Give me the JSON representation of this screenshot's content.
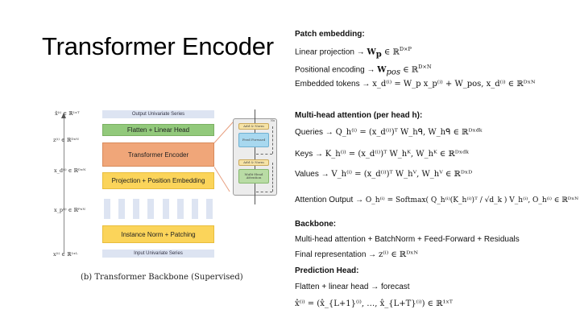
{
  "slide": {
    "title": "Transformer Encoder"
  },
  "figure": {
    "caption": "(b) Transformer Backbone (Supervised)",
    "dim_labels": [
      "x̂⁽ⁱ⁾ ∈ ℝ¹ˣᵀ",
      "z⁽ⁱ⁾ ∈ ℝᴰˣᴺ",
      "x_d⁽ⁱ⁾ ∈ ℝᴰˣᴺ",
      "x_p⁽ⁱ⁾ ∈ ℝᴾˣᴺ",
      "x⁽ⁱ⁾ ∈ ℝ¹ˣᴸ"
    ],
    "blocks": {
      "output_series": "Output Univariate Series",
      "flatten_head": "Flatten + Linear Head",
      "encoder": "Transformer Encoder",
      "projection": "Projection + Position Embedding",
      "instance_norm": "Instance Norm + Patching",
      "input_series": "Input Univariate Series"
    },
    "patch_count": 8,
    "inset": {
      "repeat_label": "Nx",
      "add_norm_top": "Add & Norm",
      "feed_forward": "Feed Forward",
      "add_norm_bottom": "Add & Norm",
      "multi_head": "Multi-Head Attention"
    },
    "colors": {
      "series": "#dde4f2",
      "green": "#92c97b",
      "orange": "#f0a679",
      "yellow": "#fbd45a",
      "ff_blue": "#a8d8ef",
      "mha_green": "#b9dca5",
      "addnorm": "#f6e3a6"
    }
  },
  "notes": {
    "patch_embedding": {
      "heading": "Patch embedding:",
      "linear_label": "Linear projection",
      "linear_math_W": "W",
      "linear_math_sub": "p",
      "linear_math_rest": " ∈ ℝ",
      "linear_math_sup": "D×P",
      "pos_label": "Positional encoding",
      "pos_math_W": "W",
      "pos_math_sub": "pos",
      "pos_math_rest": " ∈ ℝ",
      "pos_math_sup": "D×N",
      "emb_label": "Embedded tokens",
      "emb_math": "x_d⁽ⁱ⁾ = W_p x_p⁽ⁱ⁾ + W_pos,  x_d⁽ⁱ⁾ ∈ ℝᴰˣᴺ"
    },
    "attention": {
      "heading": "Multi-head attention (per head h):",
      "queries_label": "Queries",
      "queries_math": "Q_h⁽ⁱ⁾ = (x_d⁽ⁱ⁾)ᵀ W_hᑫ,  W_hᑫ ∈ ℝᴰˣᵈᵏ",
      "keys_label": "Keys",
      "keys_math": "K_h⁽ⁱ⁾ = (x_d⁽ⁱ⁾)ᵀ W_hᴷ,  W_hᴷ ∈ ℝᴰˣᵈᵏ",
      "values_label": "Values",
      "values_math": "V_h⁽ⁱ⁾ = (x_d⁽ⁱ⁾)ᵀ W_hⱽ,  W_hⱽ ∈ ℝᴰˣᴰ",
      "output_label": "Attention Output",
      "output_math": "O_h⁽ⁱ⁾ = Softmax( Q_h⁽ⁱ⁾(K_h⁽ⁱ⁾)ᵀ / √d_k ) V_h⁽ⁱ⁾,  O_h⁽ⁱ⁾ ∈ ℝᴰˣᴺ"
    },
    "backbone": {
      "heading": "Backbone:",
      "line1": "Multi-head attention + BatchNorm + Feed-Forward + Residuals",
      "final_label": "Final representation",
      "final_math": "z⁽ⁱ⁾ ∈ ℝᴰˣᴺ"
    },
    "prediction": {
      "heading": "Prediction Head:",
      "line1_a": "Flatten + linear head",
      "line1_b": "forecast",
      "forecast_math": "x̂⁽ⁱ⁾ = (x̂_{L+1}⁽ⁱ⁾, …, x̂_{L+T}⁽ⁱ⁾) ∈ ℝ¹ˣᵀ"
    },
    "arrow": "→"
  }
}
